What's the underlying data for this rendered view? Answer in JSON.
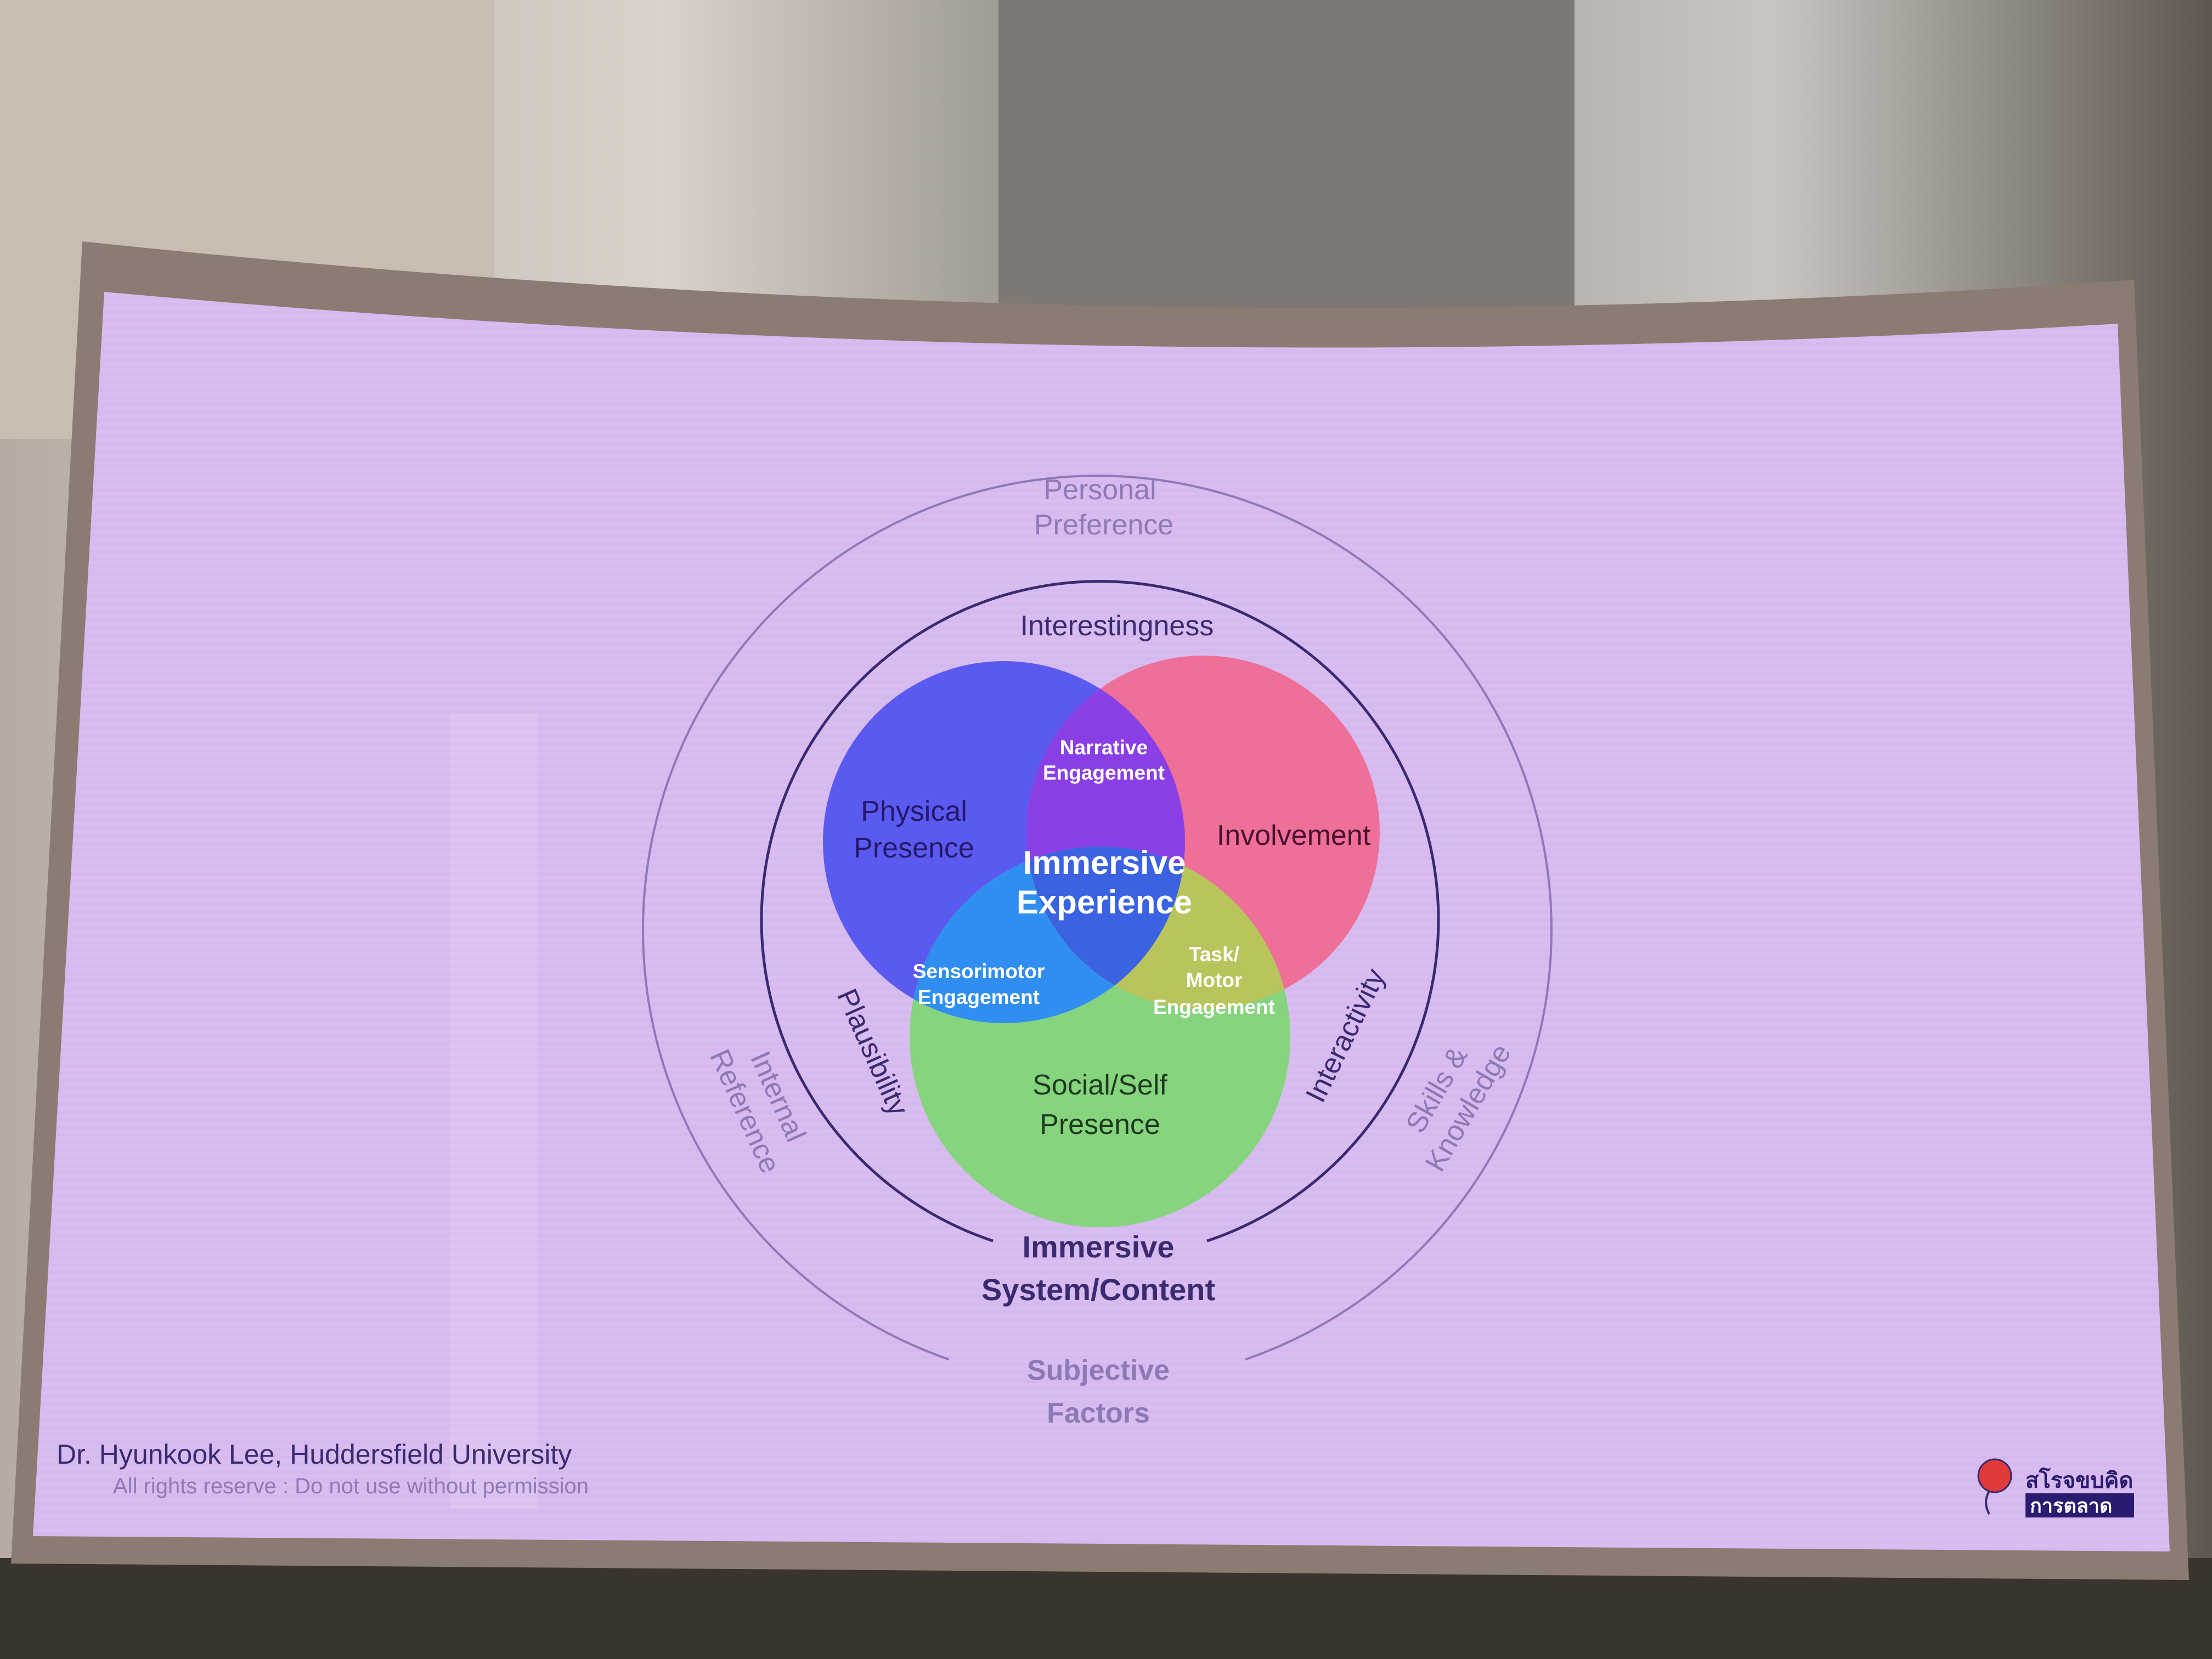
{
  "slide": {
    "outer_ring": {
      "top_label": [
        "Personal",
        "Preference"
      ],
      "bottom_label": [
        "Subjective",
        "Factors"
      ],
      "left_label": [
        "Internal",
        "Reference"
      ],
      "right_label": [
        "Skills &",
        "Knowledge"
      ]
    },
    "inner_ring": {
      "top_label": "Interestingness",
      "bottom_label": [
        "Immersive",
        "System/Content"
      ],
      "left_label": "Plausibility",
      "right_label": "Interactivity"
    },
    "venn": {
      "circles": [
        {
          "label": [
            "Physical",
            "Presence"
          ],
          "color": "#5a5af0"
        },
        {
          "label": [
            "Involvement"
          ],
          "color": "#ee6f98"
        },
        {
          "label": [
            "Social/Self",
            "Presence"
          ],
          "color": "#86d47e"
        }
      ],
      "intersections": {
        "blue_red": [
          "Narrative",
          "Engagement"
        ],
        "blue_green": [
          "Sensorimotor",
          "Engagement"
        ],
        "red_green": [
          "Task/",
          "Motor",
          "Engagement"
        ],
        "center": [
          "Immersive",
          "Experience"
        ]
      }
    },
    "footer": {
      "credit": "Dr. Hyunkook Lee, Huddersfield University",
      "rights": "All rights reserve : Do not use without permission"
    },
    "logo": {
      "line1": "สโรจขบคิด",
      "line2": "การตลาด"
    },
    "colors": {
      "screen": "#d5b9ef",
      "ink": "#3a2a70",
      "muted": "#8d79b6"
    }
  }
}
